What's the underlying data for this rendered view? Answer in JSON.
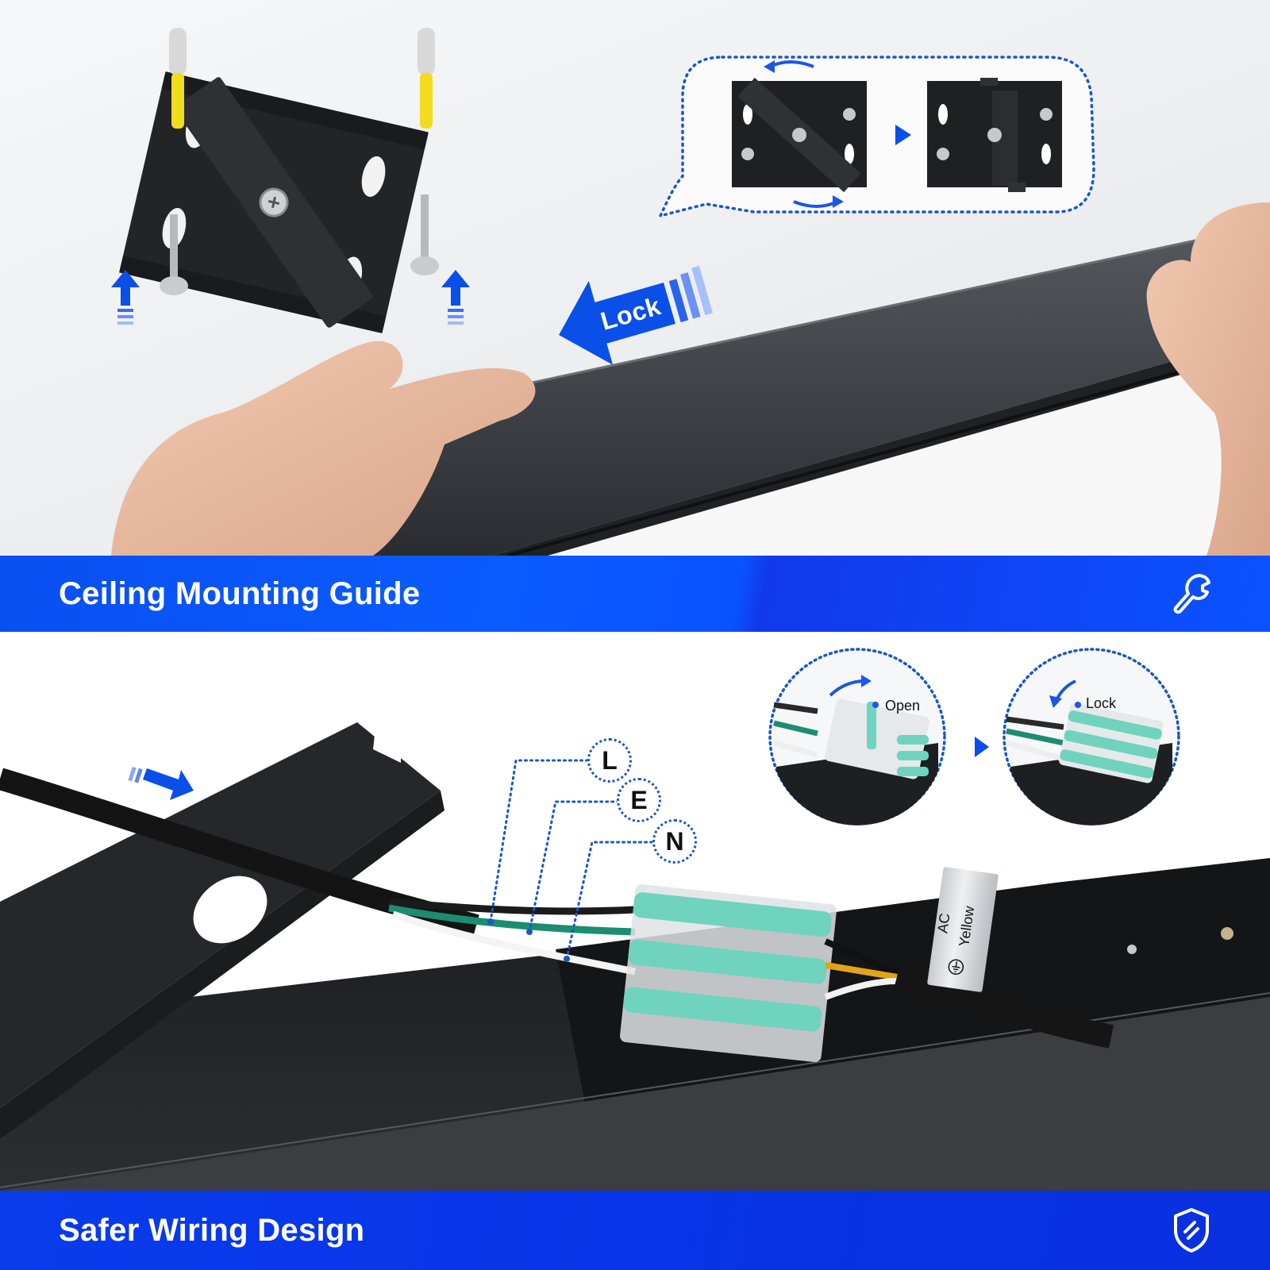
{
  "sections": [
    {
      "id": "ceiling-mounting",
      "banner": {
        "title": "Ceiling Mounting Guide",
        "icon": "wrench-icon",
        "color": "#0a55ff"
      },
      "annotations": {
        "slide_arrow_label": "Lock",
        "callout_steps": [
          "bracket-unlocked",
          "bracket-locked"
        ],
        "callout_arrow": "play-arrow-icon",
        "upward_arrows": 2
      }
    },
    {
      "id": "safer-wiring",
      "banner": {
        "title": "Safer Wiring Design",
        "icon": "shield-icon",
        "color": "#0634e6"
      },
      "annotations": {
        "wire_labels": [
          "L",
          "E",
          "N"
        ],
        "connector_states": [
          "Open",
          "Lock"
        ],
        "tape_label": {
          "line1": "AC",
          "line2": "Yellow",
          "symbol": "ground-symbol-icon"
        }
      }
    }
  ],
  "colors": {
    "accent_blue": "#0a55ff",
    "dotted_blue": "#1a56c8",
    "connector_teal": "#6fd3bd",
    "fixture_black": "#1d1f22"
  }
}
